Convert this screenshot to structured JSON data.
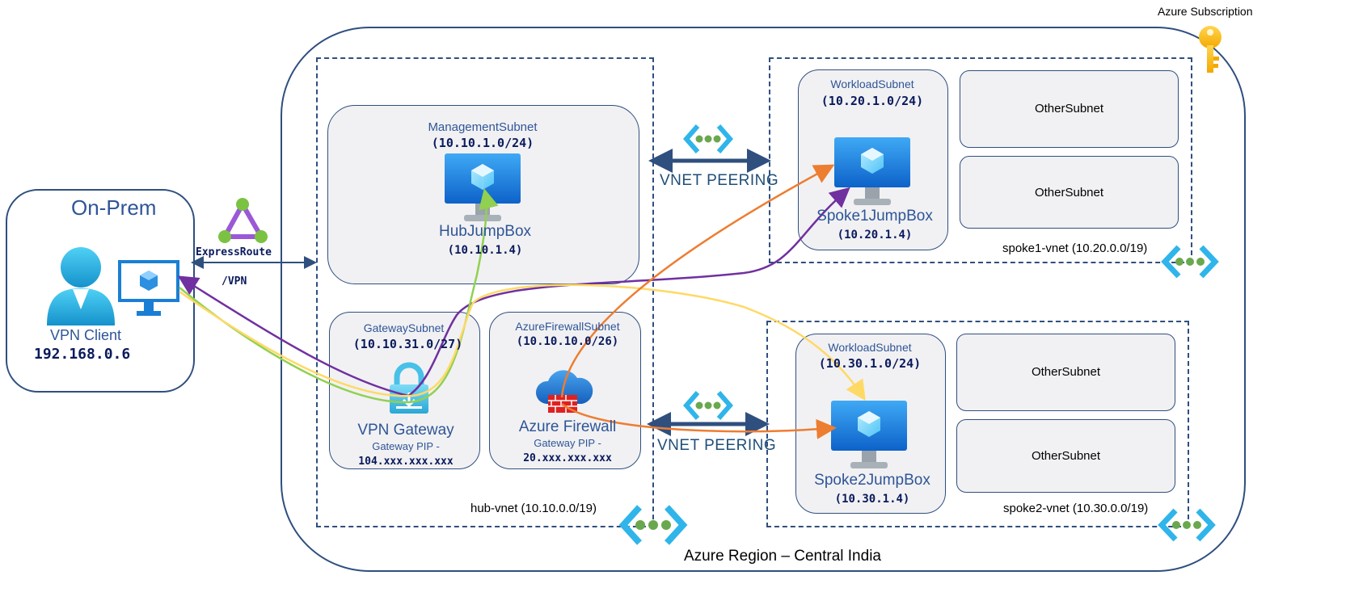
{
  "subscription": {
    "label": "Azure Subscription"
  },
  "region": {
    "label": "Azure Region – Central India"
  },
  "onprem": {
    "title": "On-Prem",
    "client_label": "VPN Client",
    "client_ip": "192.168.0.6"
  },
  "connection": {
    "expressroute": "ExpressRoute",
    "vpn": "/VPN"
  },
  "hub": {
    "label": "hub-vnet (10.10.0.0/19)",
    "management": {
      "name": "ManagementSubnet",
      "cidr": "(10.10.1.0/24)",
      "vm_name": "HubJumpBox",
      "vm_ip": "(10.10.1.4)"
    },
    "gateway": {
      "name": "GatewaySubnet",
      "cidr": "(10.10.31.0/27)",
      "device": "VPN Gateway",
      "pip_label": "Gateway PIP -",
      "pip": "104.xxx.xxx.xxx"
    },
    "firewall": {
      "name": "AzureFirewallSubnet",
      "cidr": "(10.10.10.0/26)",
      "device": "Azure Firewall",
      "pip_label": "Gateway PIP -",
      "pip": "20.xxx.xxx.xxx"
    }
  },
  "spoke1": {
    "label": "spoke1-vnet (10.20.0.0/19)",
    "workload": {
      "name": "WorkloadSubnet",
      "cidr": "(10.20.1.0/24)",
      "vm_name": "Spoke1JumpBox",
      "vm_ip": "(10.20.1.4)"
    },
    "other": [
      "OtherSubnet",
      "OtherSubnet"
    ]
  },
  "spoke2": {
    "label": "spoke2-vnet (10.30.0.0/19)",
    "workload": {
      "name": "WorkloadSubnet",
      "cidr": "(10.30.1.0/24)",
      "vm_name": "Spoke2JumpBox",
      "vm_ip": "(10.30.1.4)"
    },
    "other": [
      "OtherSubnet",
      "OtherSubnet"
    ]
  },
  "peering": {
    "top": "VNET PEERING",
    "bottom": "VNET PEERING"
  },
  "colors": {
    "border": "#2f4f7f",
    "purple": "#7030a0",
    "green": "#92d050",
    "yellow": "#ffd966",
    "orange": "#ed7d31",
    "peering_arrow": "#2f4f7f"
  }
}
